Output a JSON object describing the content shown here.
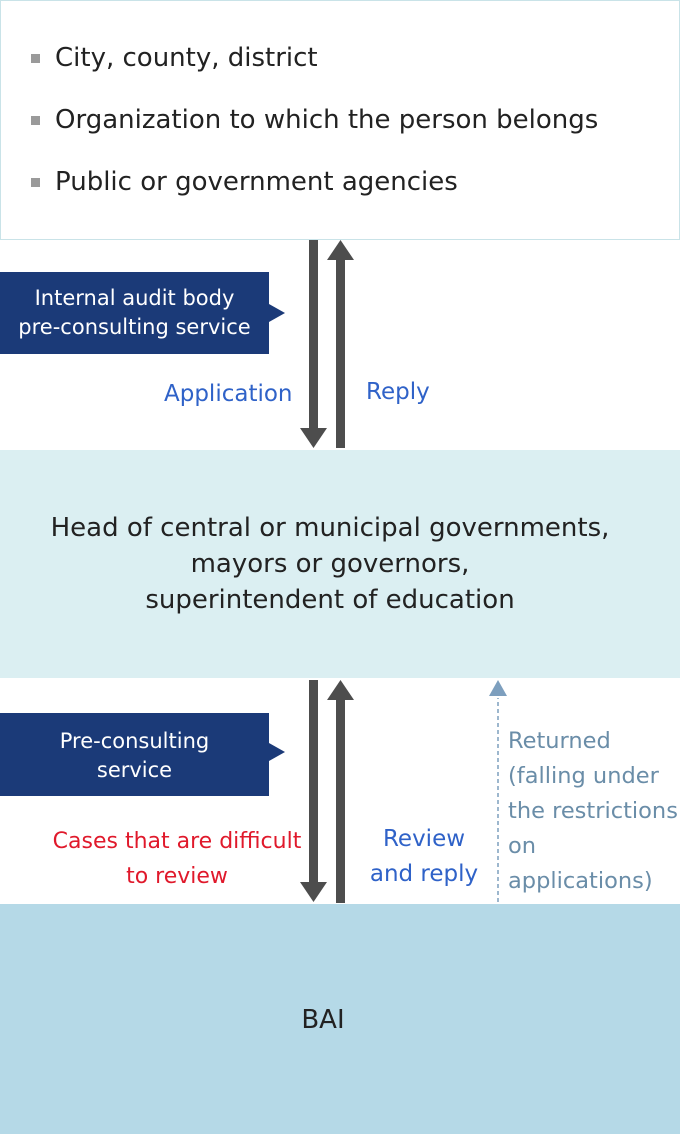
{
  "top_box": {
    "items": [
      "City, county, district",
      "Organization to which the person belongs",
      "Public or government agencies"
    ]
  },
  "section1": {
    "tag_lines": [
      "Internal audit body",
      "pre-consulting service"
    ],
    "down_label": "Application",
    "up_label": "Reply"
  },
  "mid_box": {
    "lines": [
      "Head of central or municipal governments,",
      "mayors or governors,",
      "superintendent of education"
    ]
  },
  "section2": {
    "tag_lines": [
      "Pre-consulting",
      "service"
    ],
    "down_label_lines": [
      "Cases that are difficult",
      "to review"
    ],
    "up_label_lines": [
      "Review",
      "and reply"
    ],
    "returned_lines": [
      "Returned",
      "(falling under",
      "the restrictions",
      "on applications)"
    ]
  },
  "bai_box": {
    "label": "BAI"
  },
  "colors": {
    "tag": "#1b3a78",
    "arrow": "#4d4d4d",
    "dashed_arrow": "#7d9fbe",
    "blue_text": "#2f62c8",
    "red_text": "#e0192b",
    "grey_text": "#6a8da8",
    "mid_box": "#dbeff2",
    "bai_box": "#b5d9e7"
  }
}
